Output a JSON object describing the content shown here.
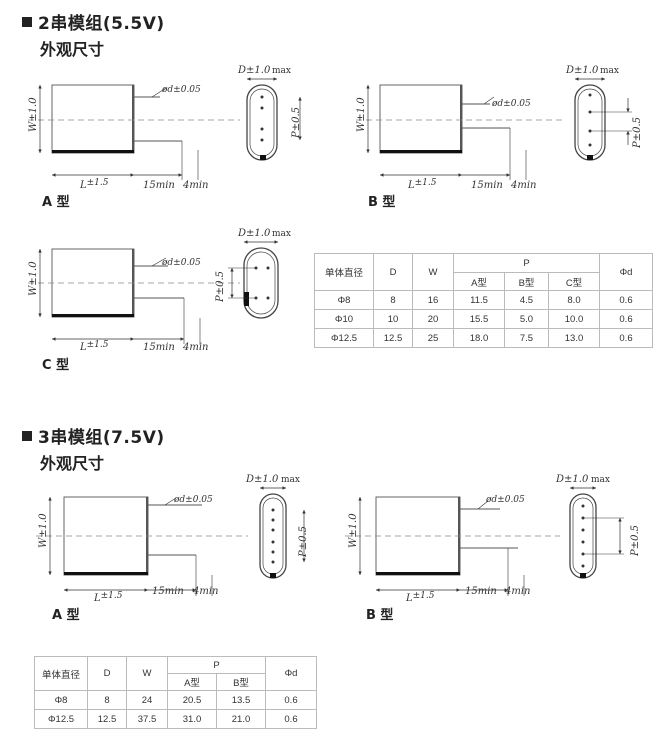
{
  "section1": {
    "title": "2串模组(5.5V)",
    "subtitle": "外观尺寸",
    "types": [
      "A 型",
      "B 型",
      "C 型"
    ],
    "table": {
      "headers": [
        "单体直径",
        "D",
        "W",
        "P",
        "Φd"
      ],
      "p_subheaders": [
        "A型",
        "B型",
        "C型"
      ],
      "rows": [
        [
          "Φ8",
          "8",
          "16",
          "11.5",
          "4.5",
          "8.0",
          "0.6"
        ],
        [
          "Φ10",
          "10",
          "20",
          "15.5",
          "5.0",
          "10.0",
          "0.6"
        ],
        [
          "Φ12.5",
          "12.5",
          "25",
          "18.0",
          "7.5",
          "13.0",
          "0.6"
        ]
      ]
    }
  },
  "section2": {
    "title": "3串模组(7.5V)",
    "subtitle": "外观尺寸",
    "types": [
      "A 型",
      "B 型"
    ],
    "table": {
      "headers": [
        "单体直径",
        "D",
        "W",
        "P",
        "Φd"
      ],
      "p_subheaders": [
        "A型",
        "B型"
      ],
      "rows": [
        [
          "Φ8",
          "8",
          "24",
          "20.5",
          "13.5",
          "0.6"
        ],
        [
          "Φ12.5",
          "12.5",
          "37.5",
          "31.0",
          "21.0",
          "0.6"
        ]
      ]
    }
  },
  "dims": {
    "d": "D±1.0",
    "d_max": "max",
    "phid": "ød±0.05",
    "p": "P±0.5",
    "w": "W±1.0",
    "l": "L",
    "l_tol": "±1.5",
    "lead": "15min",
    "lead2": "4min"
  }
}
